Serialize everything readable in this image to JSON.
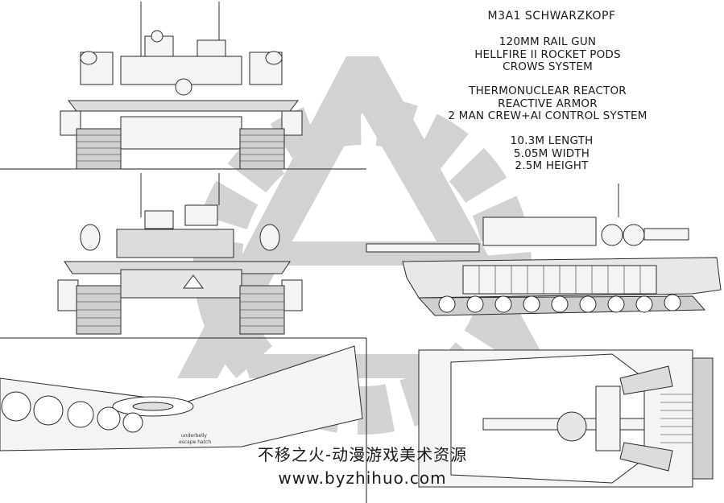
{
  "title": "M3A1 SCHWARZKOPF",
  "weapons": [
    "120MM RAIL GUN",
    "HELLFIRE II ROCKET PODS",
    "CROWS SYSTEM"
  ],
  "systems": [
    "THERMONUCLEAR REACTOR",
    "REACTIVE ARMOR",
    "2 MAN CREW+AI CONTROL SYSTEM"
  ],
  "dimensions": [
    "10.3M LENGTH",
    "5.05M WIDTH",
    "2.5M HEIGHT"
  ],
  "callout": {
    "line1": "underbelly",
    "line2": "escape hatch"
  },
  "watermark": {
    "chinese": "不移之火-动漫游戏美术资源",
    "url": "www.byzhihuo.com"
  },
  "colors": {
    "line": "#2a2a2a",
    "hull_fill": "#f4f4f4",
    "shade": "#cfcfcf",
    "watermark_gray": "#b5b5b5"
  }
}
